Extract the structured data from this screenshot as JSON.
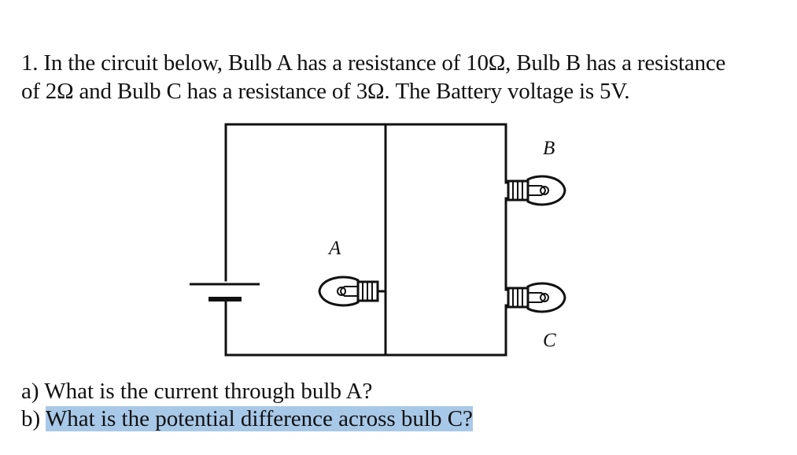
{
  "problem": {
    "line1": "1. In the circuit below, Bulb A has a resistance of 10Ω, Bulb B has a resistance",
    "line2": "of 2Ω and Bulb C has a resistance of 3Ω. The Battery voltage is 5V."
  },
  "circuit": {
    "label_a": "A",
    "label_b": "B",
    "label_c": "C"
  },
  "questions": {
    "a_text": "a) What is the current through bulb A?",
    "b_prefix": "b) ",
    "b_highlighted": "What is the potential difference across",
    "b_rest": " bulb C?"
  },
  "colors": {
    "highlight": "#a8c8e8"
  }
}
